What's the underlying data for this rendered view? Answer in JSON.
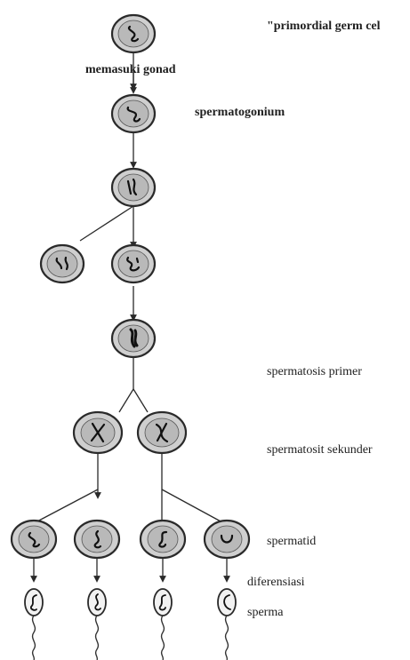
{
  "labels": {
    "primordial": "\"primordial germ cel",
    "gonad": "memasuki gonad",
    "spermatogonium": "spermatogonium",
    "primer": "spermatosis primer",
    "sekunder": "spermatosit sekunder",
    "spermatid": "spermatid",
    "diferensiasi": "diferensiasi",
    "sperma": "sperma"
  }
}
